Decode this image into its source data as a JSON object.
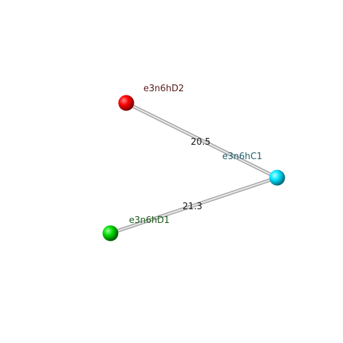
{
  "atoms": {
    "d2": {
      "label": "e3n6hD2",
      "color": "#ff0000",
      "label_color": "#5a1a1a"
    },
    "c1": {
      "label": "e3n6hC1",
      "color": "#00e5ff",
      "label_color": "#1f5f6a"
    },
    "d1": {
      "label": "e3n6hD1",
      "color": "#00dd00",
      "label_color": "#1a5a1a"
    }
  },
  "bonds": {
    "d2_c1": {
      "label": "20.5"
    },
    "d1_c1": {
      "label": "21.3"
    }
  },
  "colors": {
    "bond": "#c8c8c8",
    "background": "#ffffff"
  }
}
